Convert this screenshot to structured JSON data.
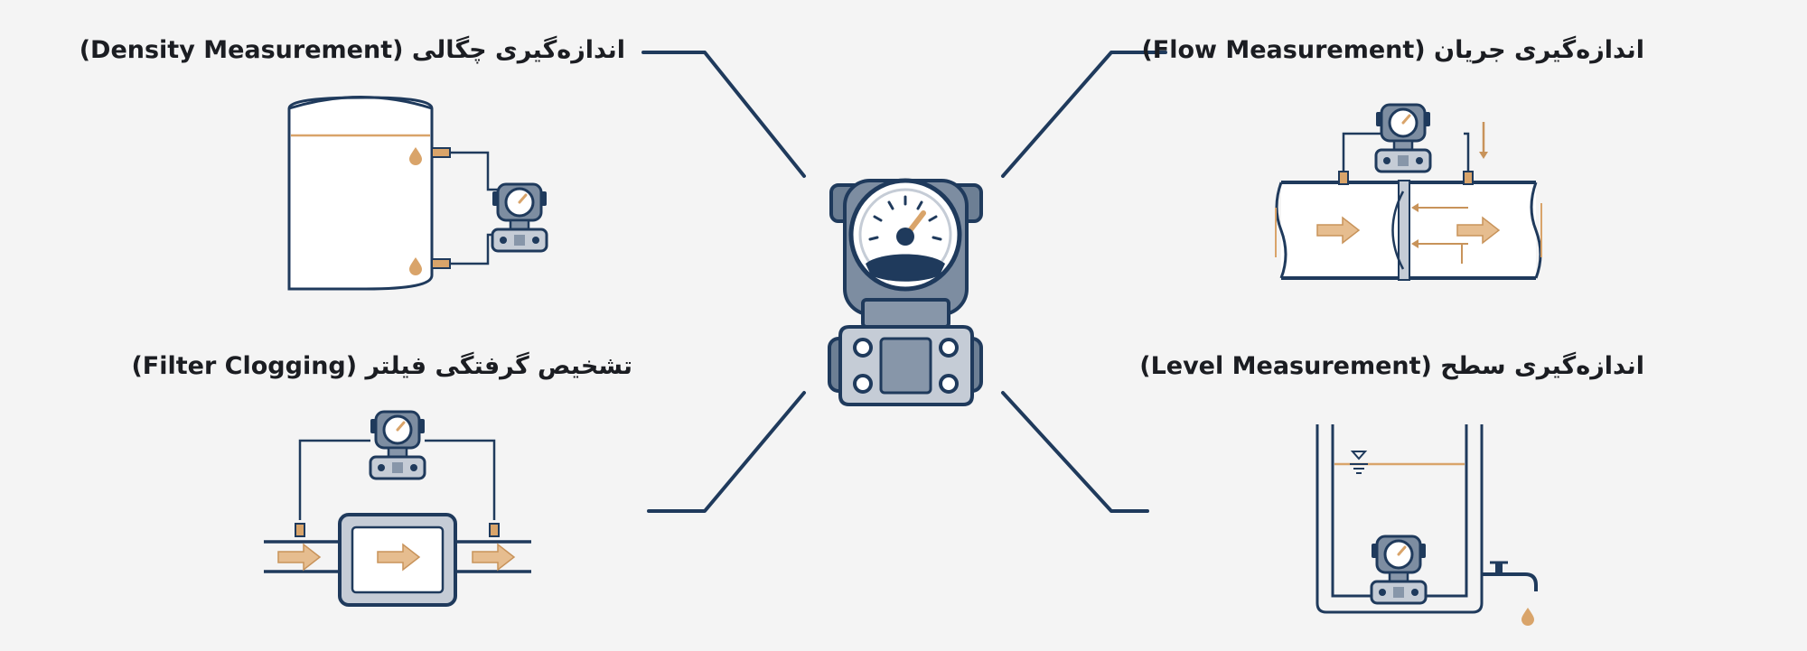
{
  "diagram": {
    "title": "",
    "applications": [
      {
        "id": "density",
        "label": "اندازه‌گیری چگالی (Density Measurement)"
      },
      {
        "id": "flow",
        "label": "اندازه‌گیری جریان (Flow Measurement)"
      },
      {
        "id": "filter",
        "label": "تشخیص گرفتگی فیلتر (Filter Clogging)"
      },
      {
        "id": "level",
        "label": "اندازه‌گیری سطح (Level Measurement)"
      }
    ]
  },
  "colors": {
    "background": "#f4f4f4",
    "navy": "#1f3a5c",
    "steel": "#6d7f94",
    "light_steel": "#c5ccd6",
    "accent_tan": "#d9a46a",
    "text": "#1b1d22"
  },
  "icons": {
    "center": "differential-pressure-transmitter-icon",
    "density": "tank-density-icon",
    "flow": "orifice-flow-icon",
    "filter": "filter-clogging-icon",
    "level": "tank-level-icon"
  }
}
